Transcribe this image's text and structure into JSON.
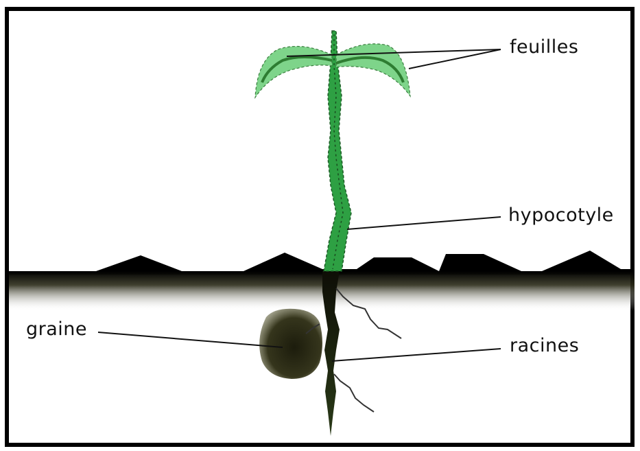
{
  "labels": {
    "leaves": "feuilles",
    "hypocotyl": "hypocotyle",
    "roots": "racines",
    "seed": "graine"
  },
  "colors": {
    "leaf_fill": "#7ed48a",
    "leaf_vein": "#2e8b3a",
    "stem": "#2ea043",
    "soil_surface": "#000000",
    "soil_fade": "#6b6b40",
    "seed": "#2f2f1a",
    "root": "#1e2a12",
    "border": "#000000"
  }
}
